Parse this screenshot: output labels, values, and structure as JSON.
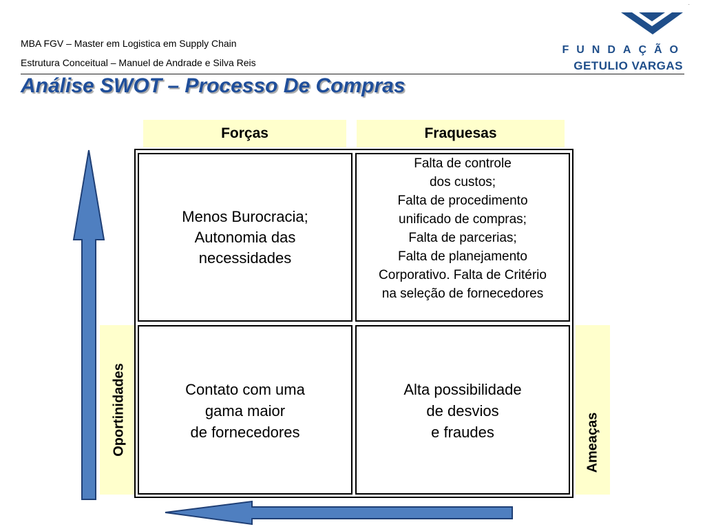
{
  "header": {
    "line1": "MBA FGV – Master em Logistica em Supply Chain",
    "line2": "Estrutura Conceitual – Manuel de Andrade e Silva Reis",
    "title": "Análise SWOT – Processo De Compras"
  },
  "logo": {
    "line1": "FUNDAÇÃO",
    "line2": "GETULIO VARGAS",
    "icon": "fgv-logo-icon",
    "color": "#1f4e8a"
  },
  "swot": {
    "labels": {
      "forcas": "Forças",
      "fraquezas": "Fraquesas",
      "oportunidades": "Oportinidades",
      "ameacas": "Ameaças"
    },
    "cells": {
      "top_left": "Menos Burocracia;\nAutonomia das\n necessidades",
      "top_right": "Falta de controle\n dos custos;\nFalta de procedimento\n unificado de compras;\nFalta de parcerias;\nFalta de planejamento\nCorporativo. Falta de Critério\n na seleção de fornecedores",
      "bottom_left": "Contato com uma\ngama maior\nde fornecedores",
      "bottom_right": "Alta possibilidade\n de desvios\n e fraudes"
    }
  },
  "colors": {
    "title": "#1f4e9a",
    "label_bg": "#ffffcc",
    "arrow_fill": "#4f7fc0",
    "arrow_stroke": "#1f3f75"
  }
}
